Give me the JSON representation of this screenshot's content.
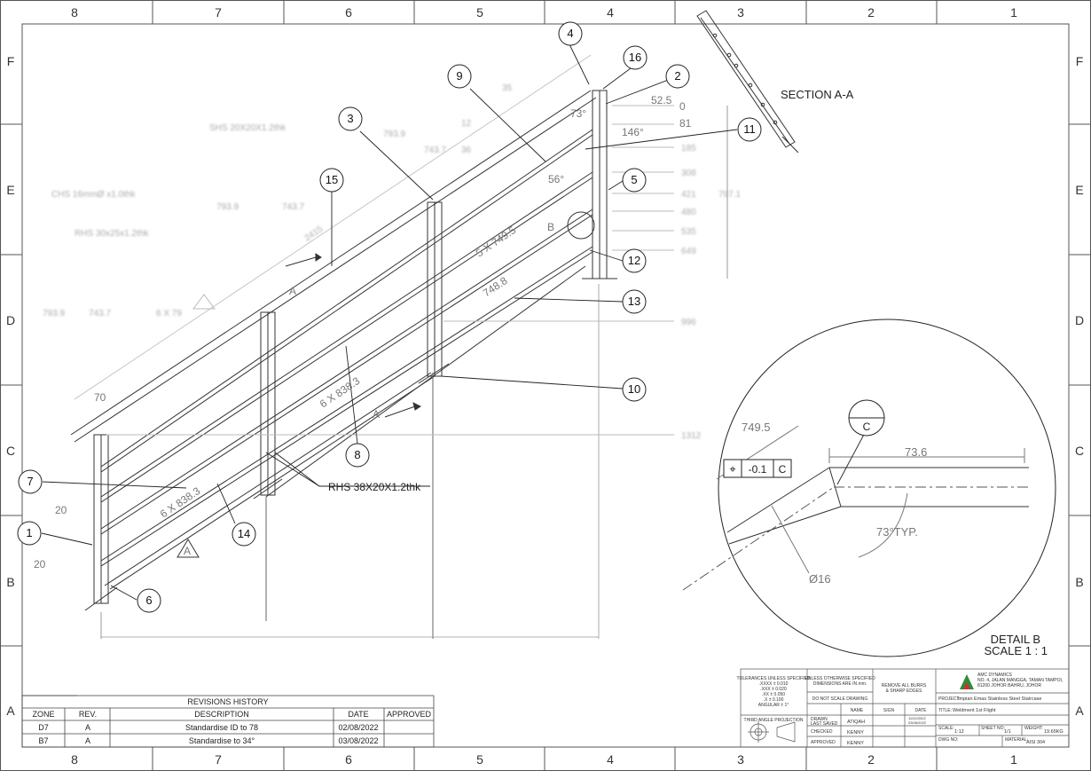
{
  "zones": {
    "top": [
      "8",
      "7",
      "6",
      "5",
      "4",
      "3",
      "2",
      "1"
    ],
    "bottom": [
      "8",
      "7",
      "6",
      "5",
      "4",
      "3",
      "2",
      "1"
    ],
    "left": [
      "F",
      "E",
      "D",
      "C",
      "B",
      "A"
    ],
    "right": [
      "F",
      "E",
      "D",
      "C",
      "B",
      "A"
    ]
  },
  "balloons": [
    "1",
    "2",
    "3",
    "4",
    "5",
    "6",
    "7",
    "8",
    "9",
    "10",
    "11",
    "12",
    "13",
    "14",
    "15",
    "16"
  ],
  "dimensions": {
    "d52_5": "52.5",
    "d0": "0",
    "d81": "81",
    "a73": "73°",
    "a146": "146°",
    "a56": "56°",
    "b_label": "B",
    "d5x749": "5 X 749.5",
    "d748": "748.8",
    "d6x838a": "6 X 838.3",
    "d6x838b": "6 X 838.3",
    "d70": "70",
    "d20a": "20",
    "d20b": "20",
    "a_label_top": "A",
    "a_label_mid": "A",
    "a_label_tri": "A",
    "rhs_callout": "RHS 38X20X1.2thk"
  },
  "blurred_labels": {
    "shs": "SHS 20X20X1.2thk",
    "chs": "CHS 16mmØ x1.0thk",
    "rhs": "RHS 30x25x1.2thk",
    "d_185": "185",
    "d_308": "308",
    "d_421": "421",
    "d_480": "480",
    "d_535": "535",
    "d_649": "649",
    "d_996": "996",
    "d_1312": "1312",
    "d_7972": "797.1",
    "d_793a": "793.9",
    "d_743a": "743.7",
    "d_793b": "793.9",
    "d_743b": "743.7",
    "d_793c": "793.9",
    "d_743c": "743.7",
    "d_12": "12",
    "d_35": "35",
    "d_36": "36",
    "d_6x79": "6 X 79",
    "d_2415": "2415"
  },
  "section": {
    "title": "SECTION A-A"
  },
  "detail": {
    "d749_5": "749.5",
    "d73_6": "73.6",
    "tol_sym": "⌖",
    "tol_val": "-0.1",
    "tol_ref": "C",
    "c_balloon": "C",
    "angle": "73°TYP.",
    "dia": "Ø16",
    "title": "DETAIL B",
    "scale": "SCALE 1 : 1"
  },
  "revisions": {
    "title": "REVISIONS HISTORY",
    "headers": [
      "ZONE",
      "REV.",
      "DESCRIPTION",
      "DATE",
      "APPROVED"
    ],
    "rows": [
      [
        "D7",
        "A",
        "Standardise ID to 78",
        "02/08/2022",
        ""
      ],
      [
        "B7",
        "A",
        "Standardise to 34°",
        "03/08/2022",
        ""
      ]
    ]
  },
  "title_block": {
    "tolerances": [
      "TOLERANCES UNLESS SPECIFIED",
      ".XXXX ± 0.010",
      ".XXX ± 0.020",
      ".XX ± 0.050",
      ".X ± 0.100",
      "ANGULAR ± 1°"
    ],
    "units": [
      "UNLESS OTHERWISE SPECIFIED",
      "DIMENSIONS ARE IN mm."
    ],
    "no_scale": "DO NOT SCALE DRAWING",
    "burrs": [
      "REMOVE ALL BURRS",
      "& SHARP EDGES"
    ],
    "projection": "THIRD ANGLE PROJECTION",
    "headers": [
      "NAME",
      "SIGN",
      "DATE"
    ],
    "roles": [
      "DRAWN",
      "LAST SAVED",
      "CHECKED",
      "APPROVED"
    ],
    "names": [
      "ATIQAH",
      "KENNY",
      "KENNY"
    ],
    "dates": [
      "11/02/2022",
      "03/08/2022"
    ],
    "company": [
      "AMC DYNAMICS",
      "NO. 4, JALAN MANGGA, TAMAN TAMPOI,",
      "81200 JOHOR BAHRU, JOHOR"
    ],
    "project_label": "PROJECT:",
    "project": "Impian Emas Stainless Steel Staircase",
    "title_label": "TITLE:",
    "title": "Weldment 1st Flight",
    "scale_label": "SCALE:",
    "scale": "1:12",
    "sheet_label": "SHEET NO:",
    "sheet": "1/1",
    "weight_label": "WEIGHT:",
    "weight": "19.65KG",
    "dwg_label": "DWG NO:",
    "material_label": "MATERIAL:",
    "material": "AISI 304"
  }
}
